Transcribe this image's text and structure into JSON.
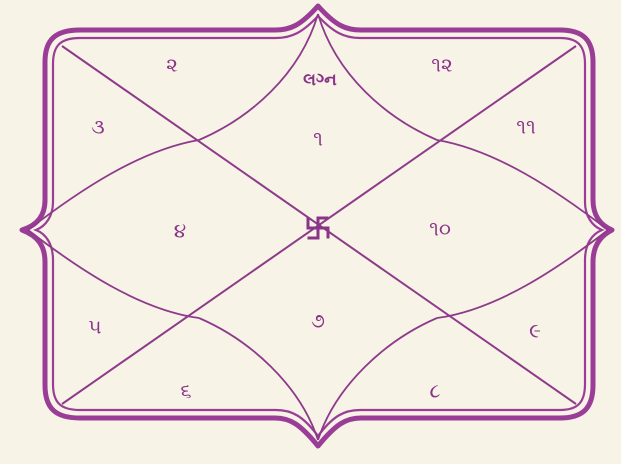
{
  "chart": {
    "lagna_label": "લગ્ન",
    "houses": [
      {
        "house": 1,
        "label": "૧"
      },
      {
        "house": 2,
        "label": "૨"
      },
      {
        "house": 3,
        "label": "૩"
      },
      {
        "house": 4,
        "label": "૪"
      },
      {
        "house": 5,
        "label": "૫"
      },
      {
        "house": 6,
        "label": "૬"
      },
      {
        "house": 7,
        "label": "૭"
      },
      {
        "house": 8,
        "label": "૮"
      },
      {
        "house": 9,
        "label": "૯"
      },
      {
        "house": 10,
        "label": "૧૦"
      },
      {
        "house": 11,
        "label": "૧૧"
      },
      {
        "house": 12,
        "label": "૧૨"
      }
    ]
  },
  "colors": {
    "ink": "#8e3a8b",
    "paper": "#f7f3e6"
  },
  "center_symbol": "swastika-icon"
}
